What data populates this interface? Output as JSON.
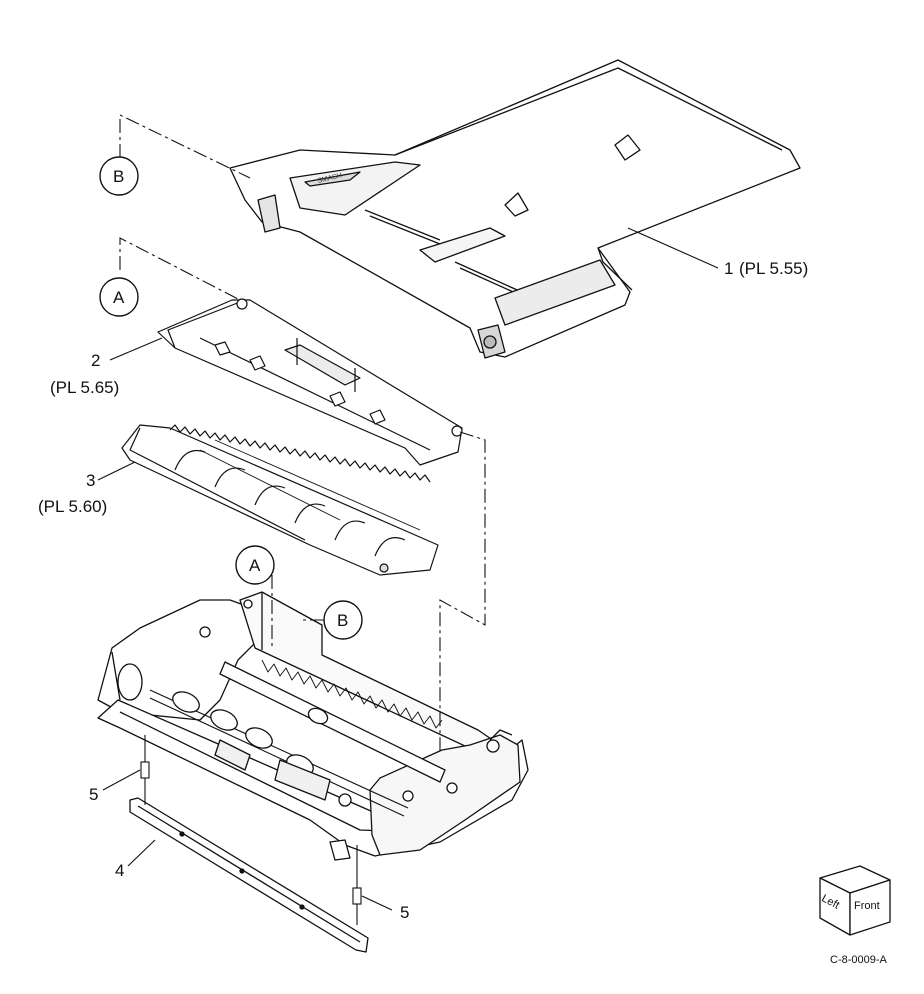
{
  "callouts": {
    "p1_num": "1",
    "p1_ref": "(PL 5.55)",
    "p2_num": "2",
    "p2_ref": "(PL 5.65)",
    "p3_num": "3",
    "p3_ref": "(PL 5.60)",
    "p4_num": "4",
    "p5_num_a": "5",
    "p5_num_b": "5"
  },
  "connectors": {
    "a_top": "A",
    "b_top": "B",
    "a_bottom": "A",
    "b_bottom": "B"
  },
  "orientation_cube": {
    "left_face": "Left",
    "front_face": "Front"
  },
  "figure_id": "C-8-0009-A",
  "colors": {
    "line": "#111111",
    "fill": "#ffffff",
    "shade": "#dcdcdc"
  }
}
